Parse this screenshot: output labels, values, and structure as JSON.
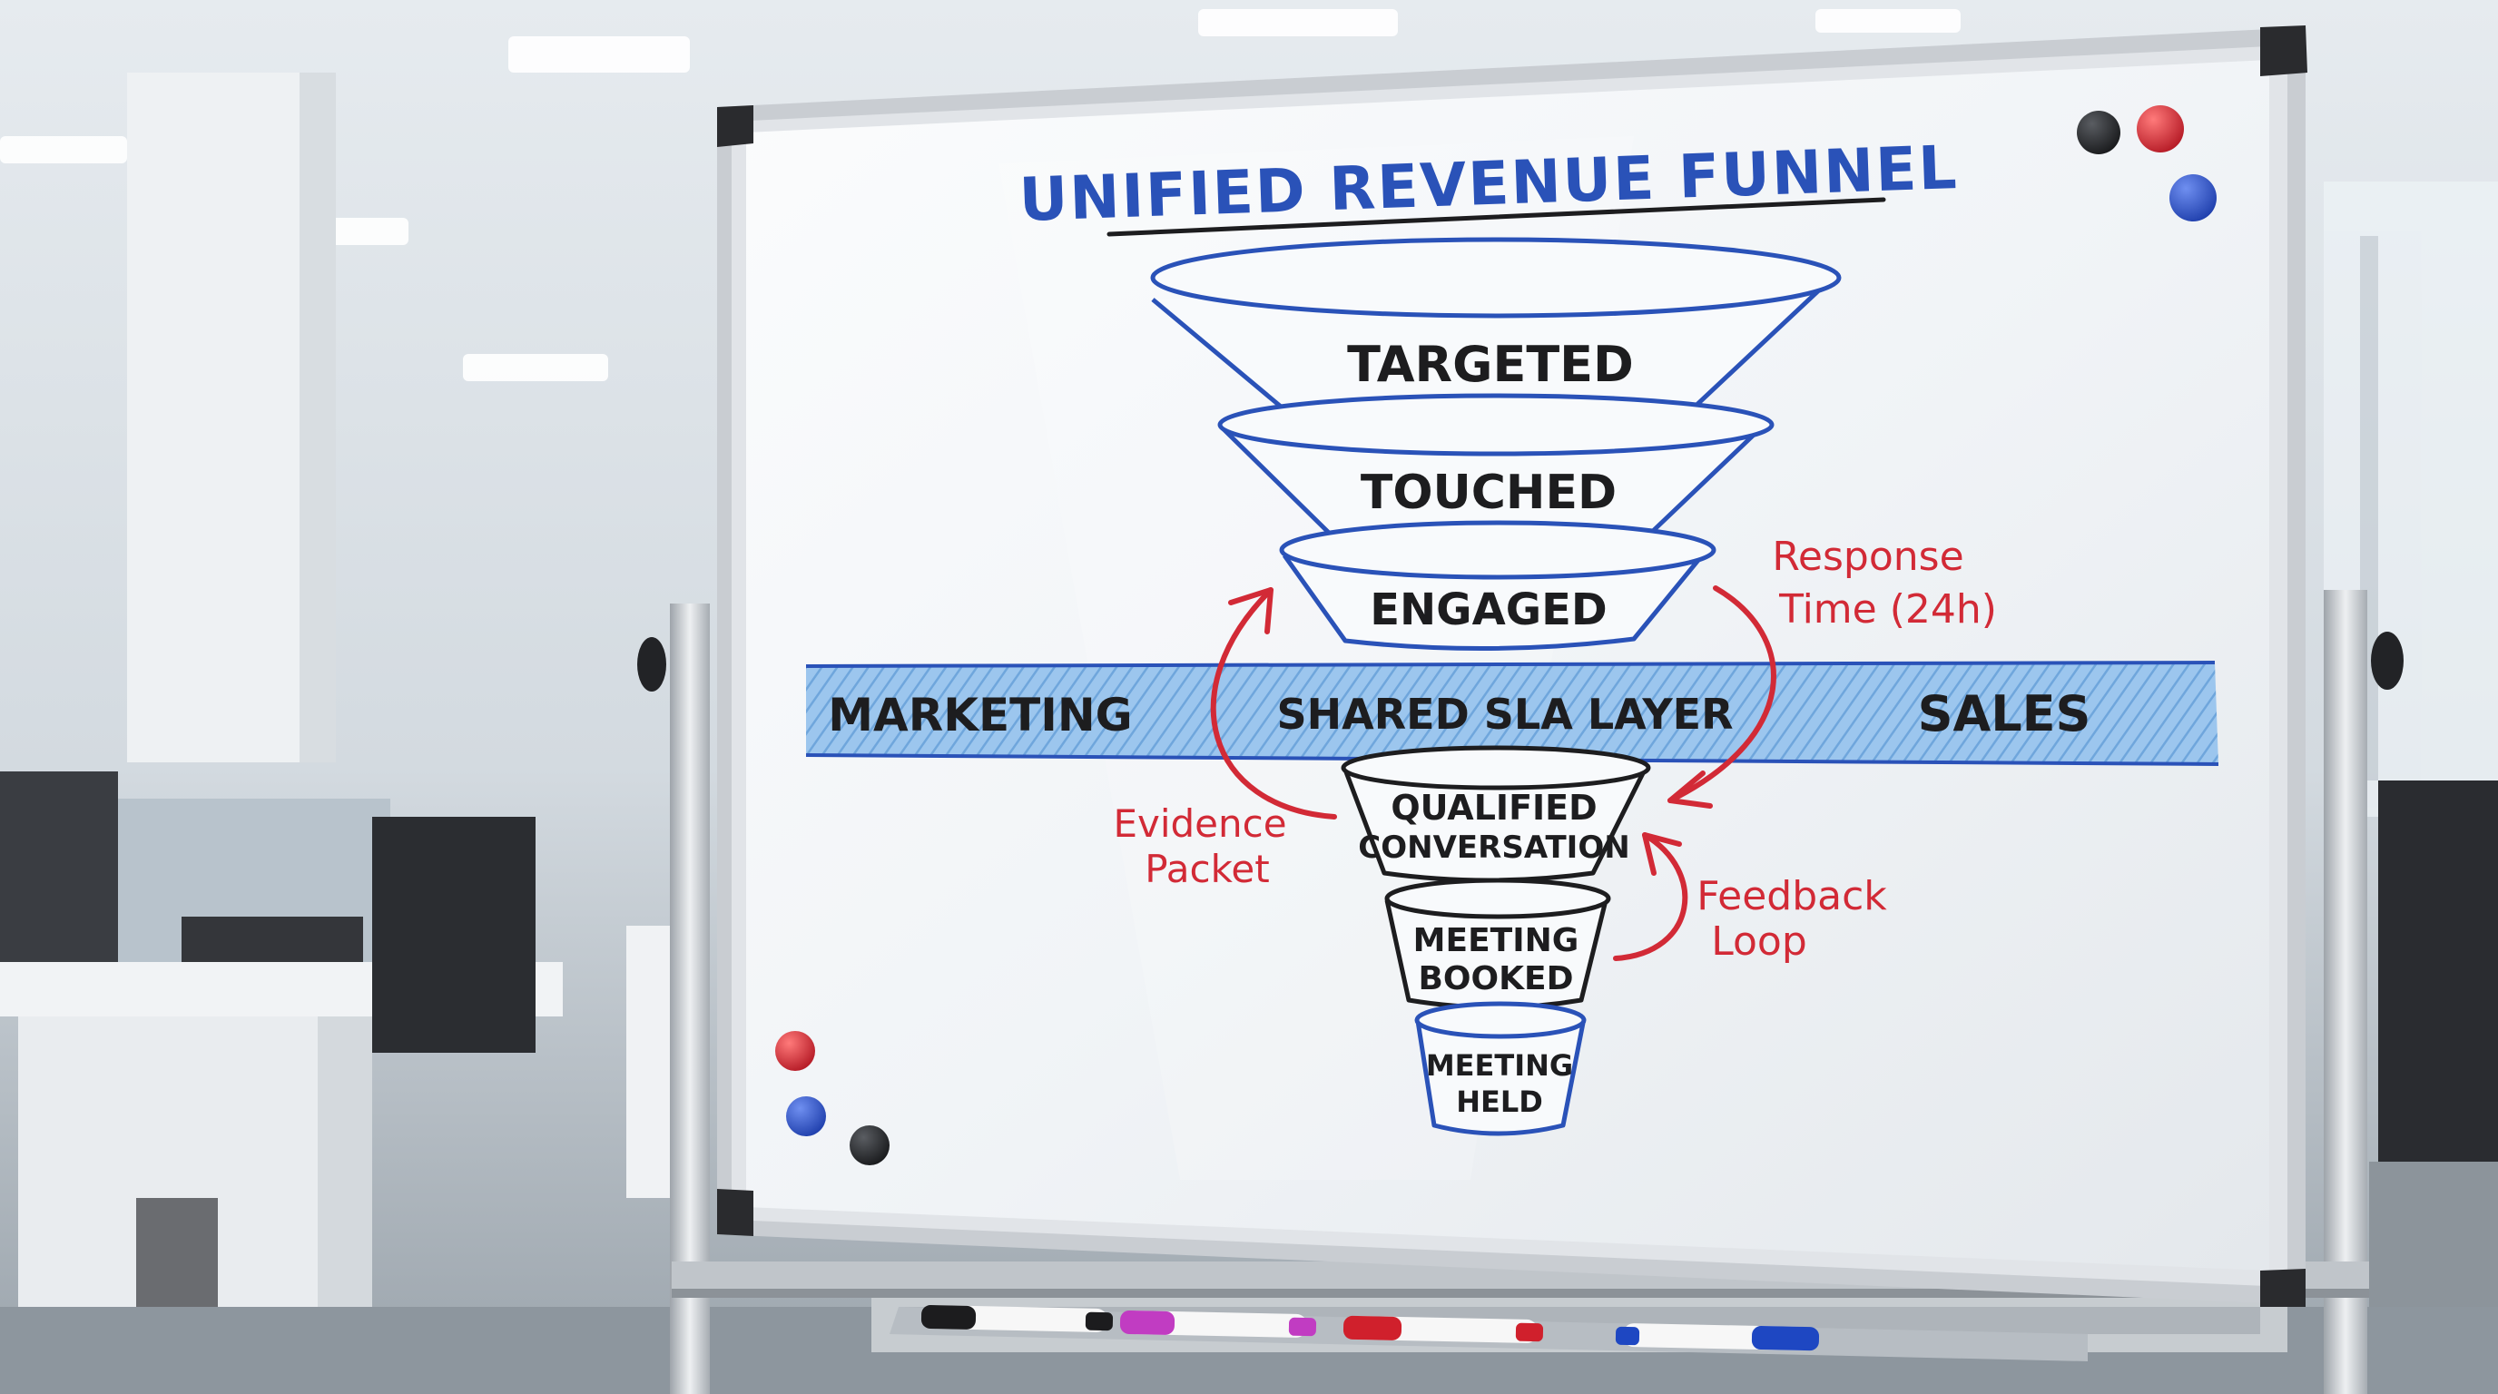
{
  "board": {
    "title": "UNIFIED REVENUE FUNNEL",
    "stages": [
      {
        "label": "TARGETED"
      },
      {
        "label": "TOUCHED"
      },
      {
        "label": "ENGAGED"
      },
      {
        "lines": [
          "QUALIFIED",
          "CONVERSATION"
        ]
      },
      {
        "lines": [
          "MEETING",
          "BOOKED"
        ]
      },
      {
        "lines": [
          "MEETING",
          "HELD"
        ]
      }
    ],
    "band": {
      "left_label": "MARKETING",
      "center_label": "SHARED SLA LAYER",
      "right_label": "SALES"
    },
    "annotations": {
      "response_time": [
        "Response",
        "Time (24h)"
      ],
      "evidence_packet": [
        "Evidence",
        "Packet"
      ],
      "feedback_loop": [
        "Feedback",
        "Loop"
      ]
    }
  },
  "colors": {
    "ink_blue": "#2a52b8",
    "ink_red": "#d22a36",
    "ink_black": "#1d1d1f",
    "band_blue": "#8fbde8",
    "board_white": "#f4f6f8",
    "frame_silver": "#c9cdd2"
  },
  "markers": [
    "black-marker",
    "magenta-marker",
    "red-marker",
    "blue-marker"
  ],
  "magnets": [
    "black-magnet",
    "red-magnet",
    "blue-magnet"
  ]
}
